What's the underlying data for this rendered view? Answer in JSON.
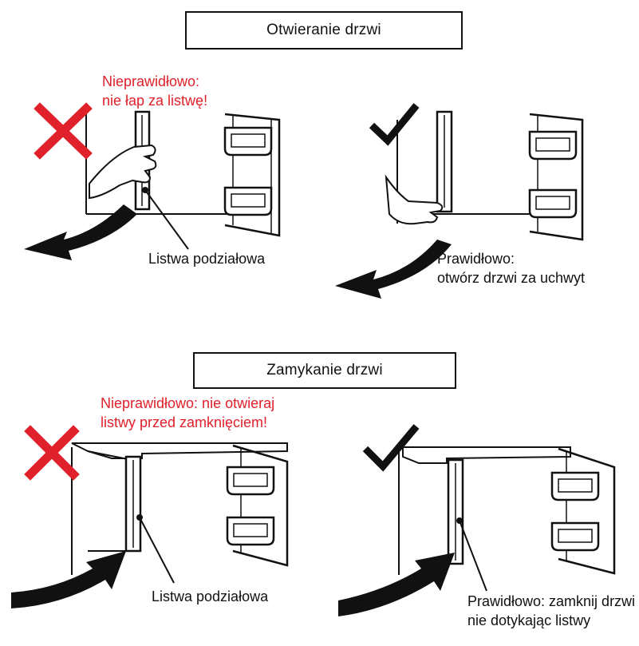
{
  "colors": {
    "ink": "#111111",
    "warning_red": "#e0202a",
    "background": "#ffffff"
  },
  "opening": {
    "title": "Otwieranie drzwi",
    "wrong": {
      "mark": "cross-icon",
      "line1": "Nieprawidłowo:",
      "line2": "nie łap za listwę!"
    },
    "part_label": "Listwa podziałowa",
    "right": {
      "mark": "check-icon",
      "line1": "Prawidłowo:",
      "line2": "otwórz drzwi za uchwyt"
    }
  },
  "closing": {
    "title": "Zamykanie drzwi",
    "wrong": {
      "mark": "cross-icon",
      "line1": "Nieprawidłowo: nie otwieraj",
      "line2": "listwy przed zamknięciem!"
    },
    "part_label": "Listwa podziałowa",
    "right": {
      "mark": "check-icon",
      "line1": "Prawidłowo: zamknij drzwi",
      "line2": "nie dotykając listwy"
    }
  }
}
